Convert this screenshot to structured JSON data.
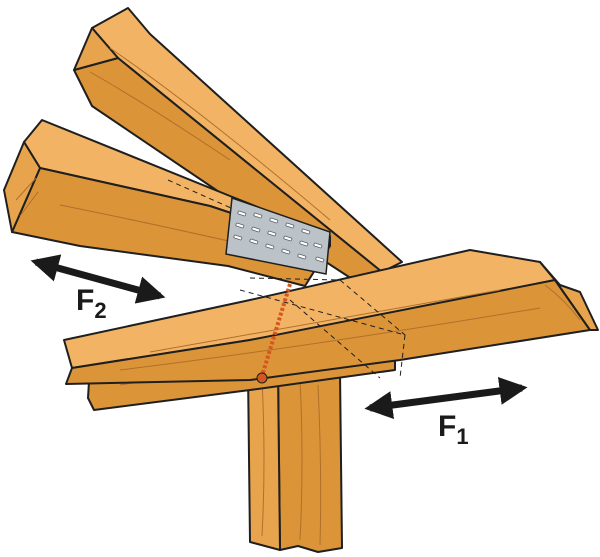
{
  "diagram": {
    "labels": {
      "f1_main": "F",
      "f1_sub": "1",
      "f2_main": "F",
      "f2_sub": "2"
    },
    "colors": {
      "wood_top": "#f2b464",
      "wood_side": "#dc9438",
      "wood_end": "#e8a44c",
      "grain": "#b0702a",
      "outline": "#1f1f1f",
      "plate": "#bcc3c8",
      "screw": "#d4571f",
      "arrow": "#1a1a1a"
    }
  }
}
